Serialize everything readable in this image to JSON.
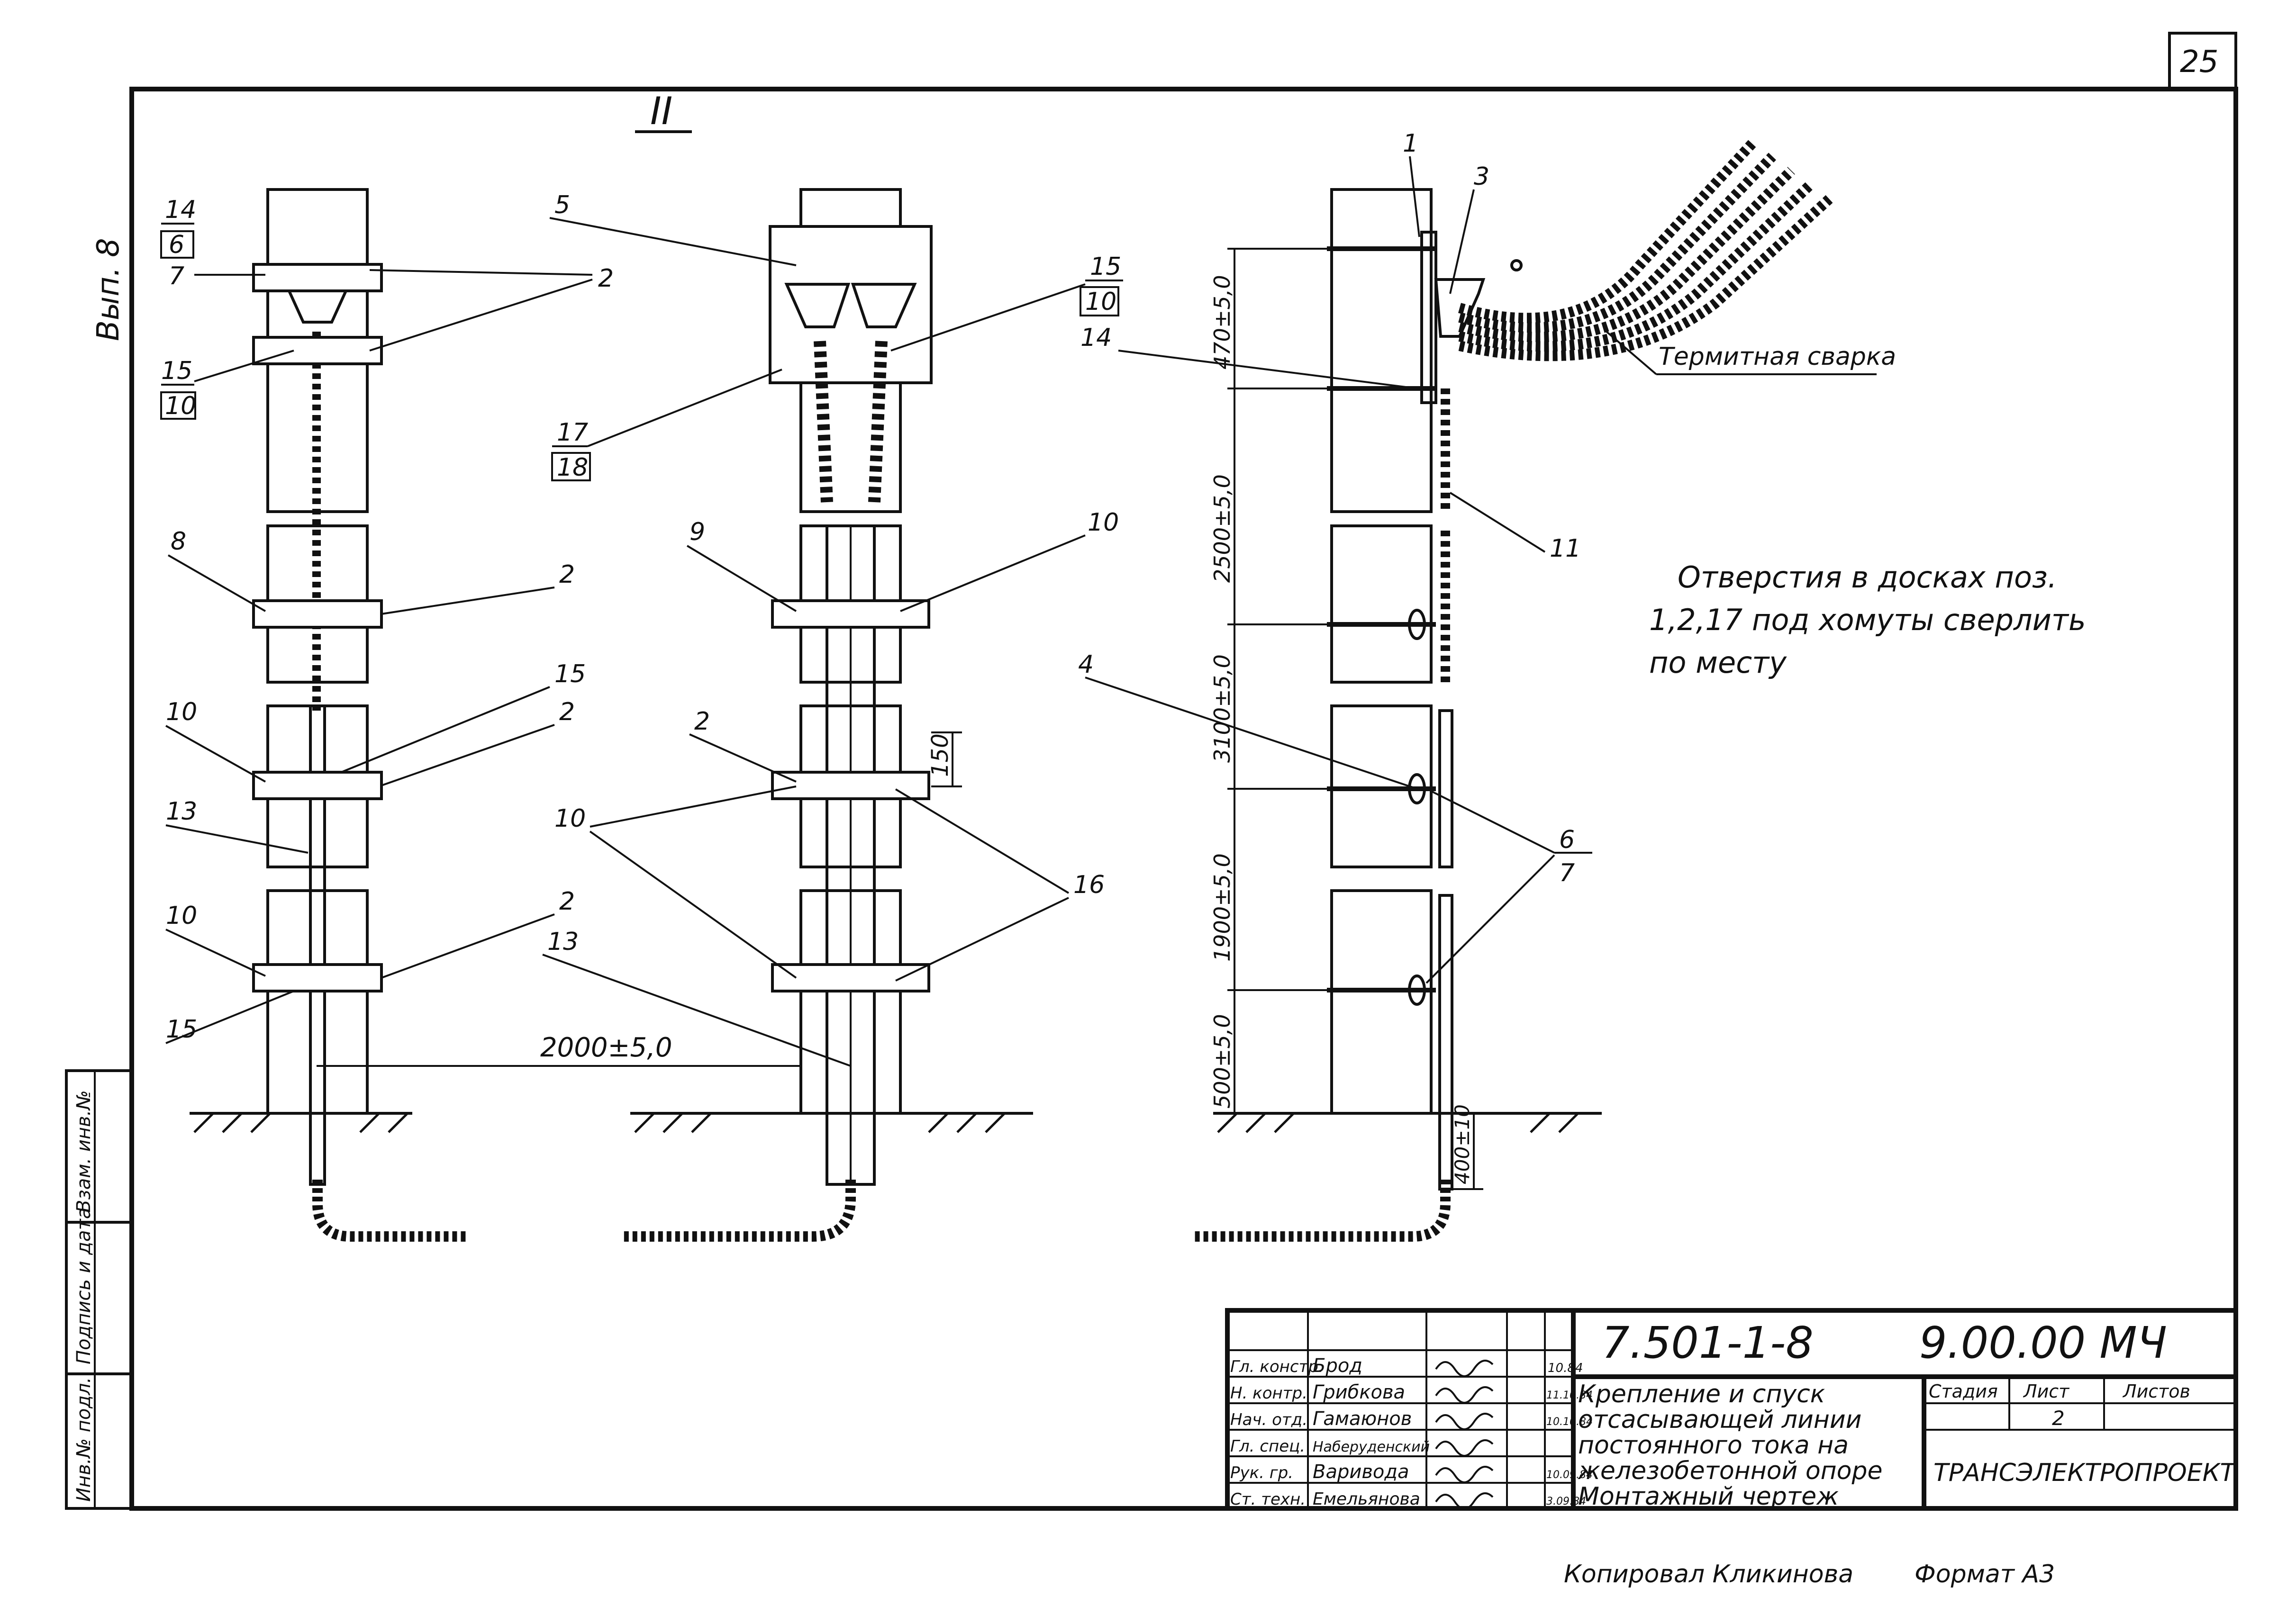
{
  "sheet_number": "25",
  "section_mark": "II",
  "vertical_margin_note": "Вып. 8",
  "left_stamp_columns": [
    "Инв.№ подл.",
    "Подпись и дата",
    "Взам. инв.№"
  ],
  "positions": {
    "a": {
      "p14": "14",
      "p6": "6",
      "p7": "7",
      "p15": "15",
      "p10": "10",
      "p2": "2",
      "p8": "8",
      "p2b": "2",
      "p10b": "10",
      "p15b": "15",
      "p2c": "2",
      "p13": "13",
      "p10c": "10",
      "p2d": "2",
      "p15c": "15"
    },
    "b": {
      "p5": "5",
      "p15": "15",
      "p10": "10",
      "p17": "17",
      "p18": "18",
      "p9": "9",
      "p10b": "10",
      "p2": "2",
      "p10c": "10",
      "p16": "16",
      "p13": "13"
    },
    "c": {
      "p1": "1",
      "p3": "3",
      "p14": "14",
      "p11": "11",
      "p4": "4",
      "p6": "6",
      "p7": "7"
    }
  },
  "dimensions": {
    "dim_2000": "2000±5,0",
    "dim_150": "150",
    "dim_470": "470±5,0",
    "dim_2500": "2500±5,0",
    "dim_3100": "3100±5,0",
    "dim_1900": "1900±5,0",
    "dim_500": "500±5,0",
    "dim_400": "400±10"
  },
  "annotations": {
    "thermite": "Термитная сварка",
    "note_line1": "Отверстия в досках поз.",
    "note_line2": "1,2,17 под хомуты сверлить",
    "note_line3": "по месту"
  },
  "title_block": {
    "doc_code": "7.501-1-8",
    "drawing_code": "9.00.00 МЧ",
    "title_line1": "Крепление и спуск",
    "title_line2": "отсасывающей линии",
    "title_line3": "постоянного тока на",
    "title_line4": "железобетонной опоре",
    "title_line5": "Монтажный чертеж",
    "stage_label": "Стадия",
    "sheet_label": "Лист",
    "sheets_label": "Листов",
    "sheet_value": "2",
    "organization": "ТРАНСЭЛЕКТРОПРОЕКТ",
    "rows": [
      {
        "role": "Гл. констр.",
        "name": "Брод",
        "date": "10.84"
      },
      {
        "role": "Н. контр.",
        "name": "Грибкова",
        "date": "11.10.84"
      },
      {
        "role": "Нач. отд.",
        "name": "Гамаюнов",
        "date": "10.10.84"
      },
      {
        "role": "Гл. спец.",
        "name": "Наберуденский",
        "date": ""
      },
      {
        "role": "Рук. гр.",
        "name": "Варивода",
        "date": "10.09.84"
      },
      {
        "role": "Ст. техн.",
        "name": "Емельянова",
        "date": "3.09.84"
      }
    ]
  },
  "footer": {
    "copied_by": "Копировал Кликинова",
    "format": "Формат А3"
  }
}
